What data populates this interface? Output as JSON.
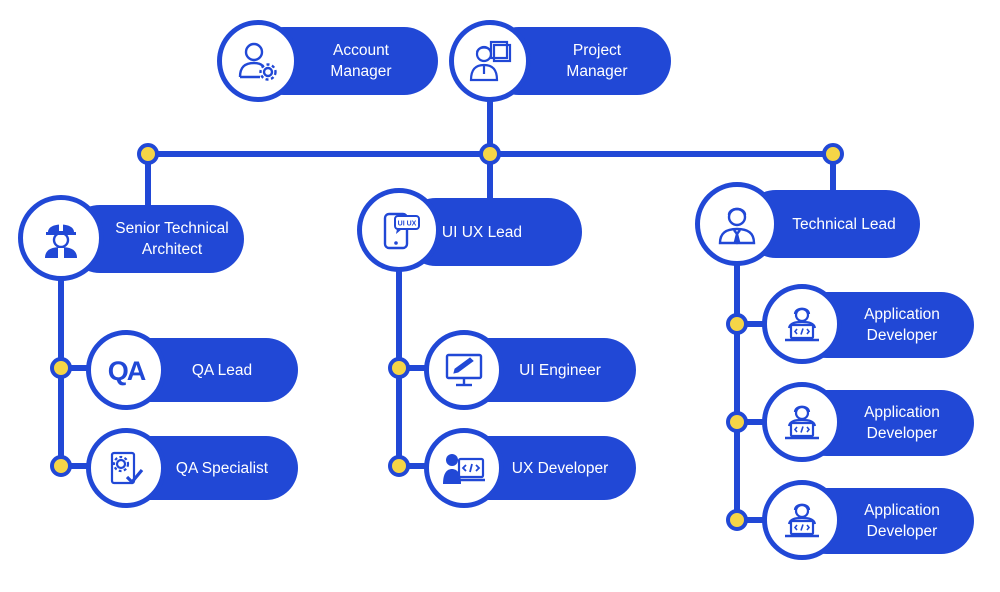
{
  "colors": {
    "primary": "#2148d6",
    "connector_dot": "#f5d547",
    "background": "#ffffff"
  },
  "nodes": {
    "account_manager": {
      "label": "Account\nManager",
      "icon": "user-gear-icon"
    },
    "project_manager": {
      "label": "Project\nManager",
      "icon": "manager-presentation-icon"
    },
    "senior_technical_architect": {
      "label": "Senior Technical\nArchitect",
      "icon": "hard-hat-worker-icon"
    },
    "ui_ux_lead": {
      "label": "UI UX Lead",
      "icon": "phone-ui-ux-icon",
      "icon_text": "UI UX"
    },
    "technical_lead": {
      "label": "Technical Lead",
      "icon": "businessman-icon"
    },
    "qa_lead": {
      "label": "QA Lead",
      "icon": "qa-icon",
      "icon_text": "QA"
    },
    "qa_specialist": {
      "label": "QA Specialist",
      "icon": "checklist-gear-icon"
    },
    "ui_engineer": {
      "label": "UI Engineer",
      "icon": "monitor-pen-icon"
    },
    "ux_developer": {
      "label": "UX Developer",
      "icon": "developer-code-icon"
    },
    "application_developer_1": {
      "label": "Application\nDeveloper",
      "icon": "developer-laptop-icon"
    },
    "application_developer_2": {
      "label": "Application\nDeveloper",
      "icon": "developer-laptop-icon"
    },
    "application_developer_3": {
      "label": "Application\nDeveloper",
      "icon": "developer-laptop-icon"
    }
  }
}
